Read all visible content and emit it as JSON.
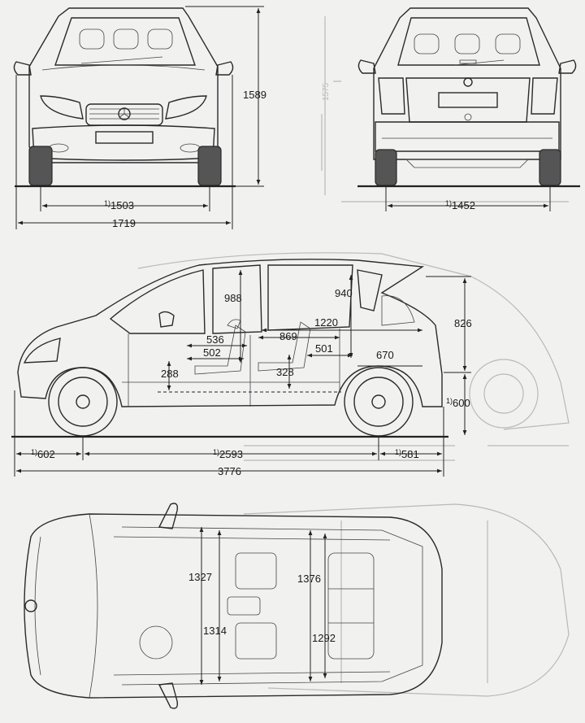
{
  "views": {
    "front": {
      "height": "1589",
      "track": "1503",
      "track_note": "1)",
      "width": "1719"
    },
    "rear": {
      "track": "1452",
      "track_note": "1)"
    },
    "side": {
      "headroom_front": "988",
      "headroom_rear": "940",
      "boot_height": "826",
      "load_length": "1220",
      "dim_536": "536",
      "dim_502": "502",
      "dim_869": "869",
      "dim_501": "501",
      "dim_670": "670",
      "dim_288": "288",
      "dim_328": "328",
      "loading_sill": "600",
      "loading_sill_note": "1)",
      "front_overhang": "602",
      "front_overhang_note": "1)",
      "wheelbase": "2593",
      "wheelbase_note": "1)",
      "rear_overhang": "581",
      "rear_overhang_note": "1)",
      "length": "3776"
    },
    "top": {
      "front_shoulder": "1327",
      "rear_shoulder": "1376",
      "front_elbow": "1314",
      "rear_elbow": "1292"
    }
  },
  "colors": {
    "paper": "#f1f1f0",
    "ink": "#2a2a2a",
    "ghost": "#b9b9b9"
  }
}
